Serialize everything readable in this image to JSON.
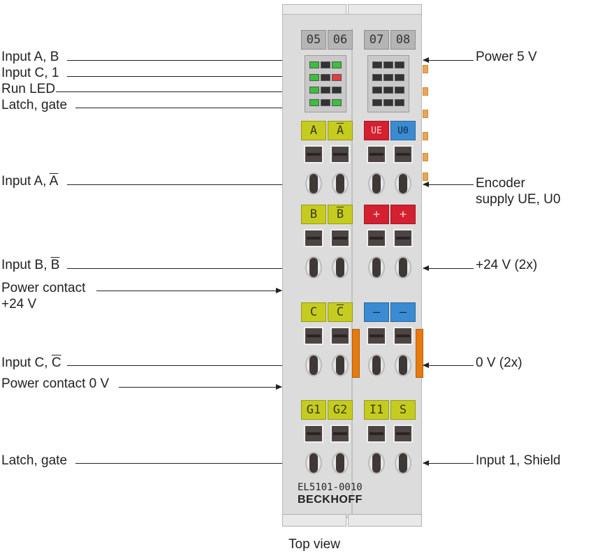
{
  "caption": "Top view",
  "device": {
    "model": "EL5101-0010",
    "brand": "BECKHOFF",
    "channels": [
      "05",
      "06",
      "07",
      "08"
    ],
    "colors": {
      "yellow": "#c6cc1f",
      "red": "#d42030",
      "blue": "#3a8bd1",
      "orange": "#e57a10",
      "led_green": "#3cbf3c",
      "led_red": "#e23b3b",
      "led_off": "#333333"
    },
    "tags": {
      "row1": [
        "A",
        "A",
        "UE",
        "U0"
      ],
      "row2": [
        "B",
        "B",
        "+",
        "+"
      ],
      "row3": [
        "C",
        "C",
        "–",
        "–"
      ],
      "row4": [
        "G1",
        "G2",
        "I1",
        "S"
      ]
    }
  },
  "labels_left": {
    "input_ab": "Input A, B",
    "input_c1": "Input C, 1",
    "run_led": "Run LED",
    "latch_gate_led": "Latch, gate",
    "input_a_prefix": "Input A, ",
    "input_a_bar": "A",
    "input_b_prefix": "Input B, ",
    "input_b_bar": "B",
    "power_contact_24_line1": "Power contact",
    "power_contact_24_line2": "+24 V",
    "input_c_prefix": "Input C, ",
    "input_c_bar": "C",
    "power_contact_0": "Power contact 0 V",
    "latch_gate": "Latch, gate"
  },
  "labels_right": {
    "power_5v": "Power 5 V",
    "encoder_supply_line1": "Encoder",
    "encoder_supply_line2": "supply UE, U0",
    "plus_24v": "+24 V (2x)",
    "zero_v": "0 V (2x)",
    "input1_shield": "Input 1, Shield"
  }
}
